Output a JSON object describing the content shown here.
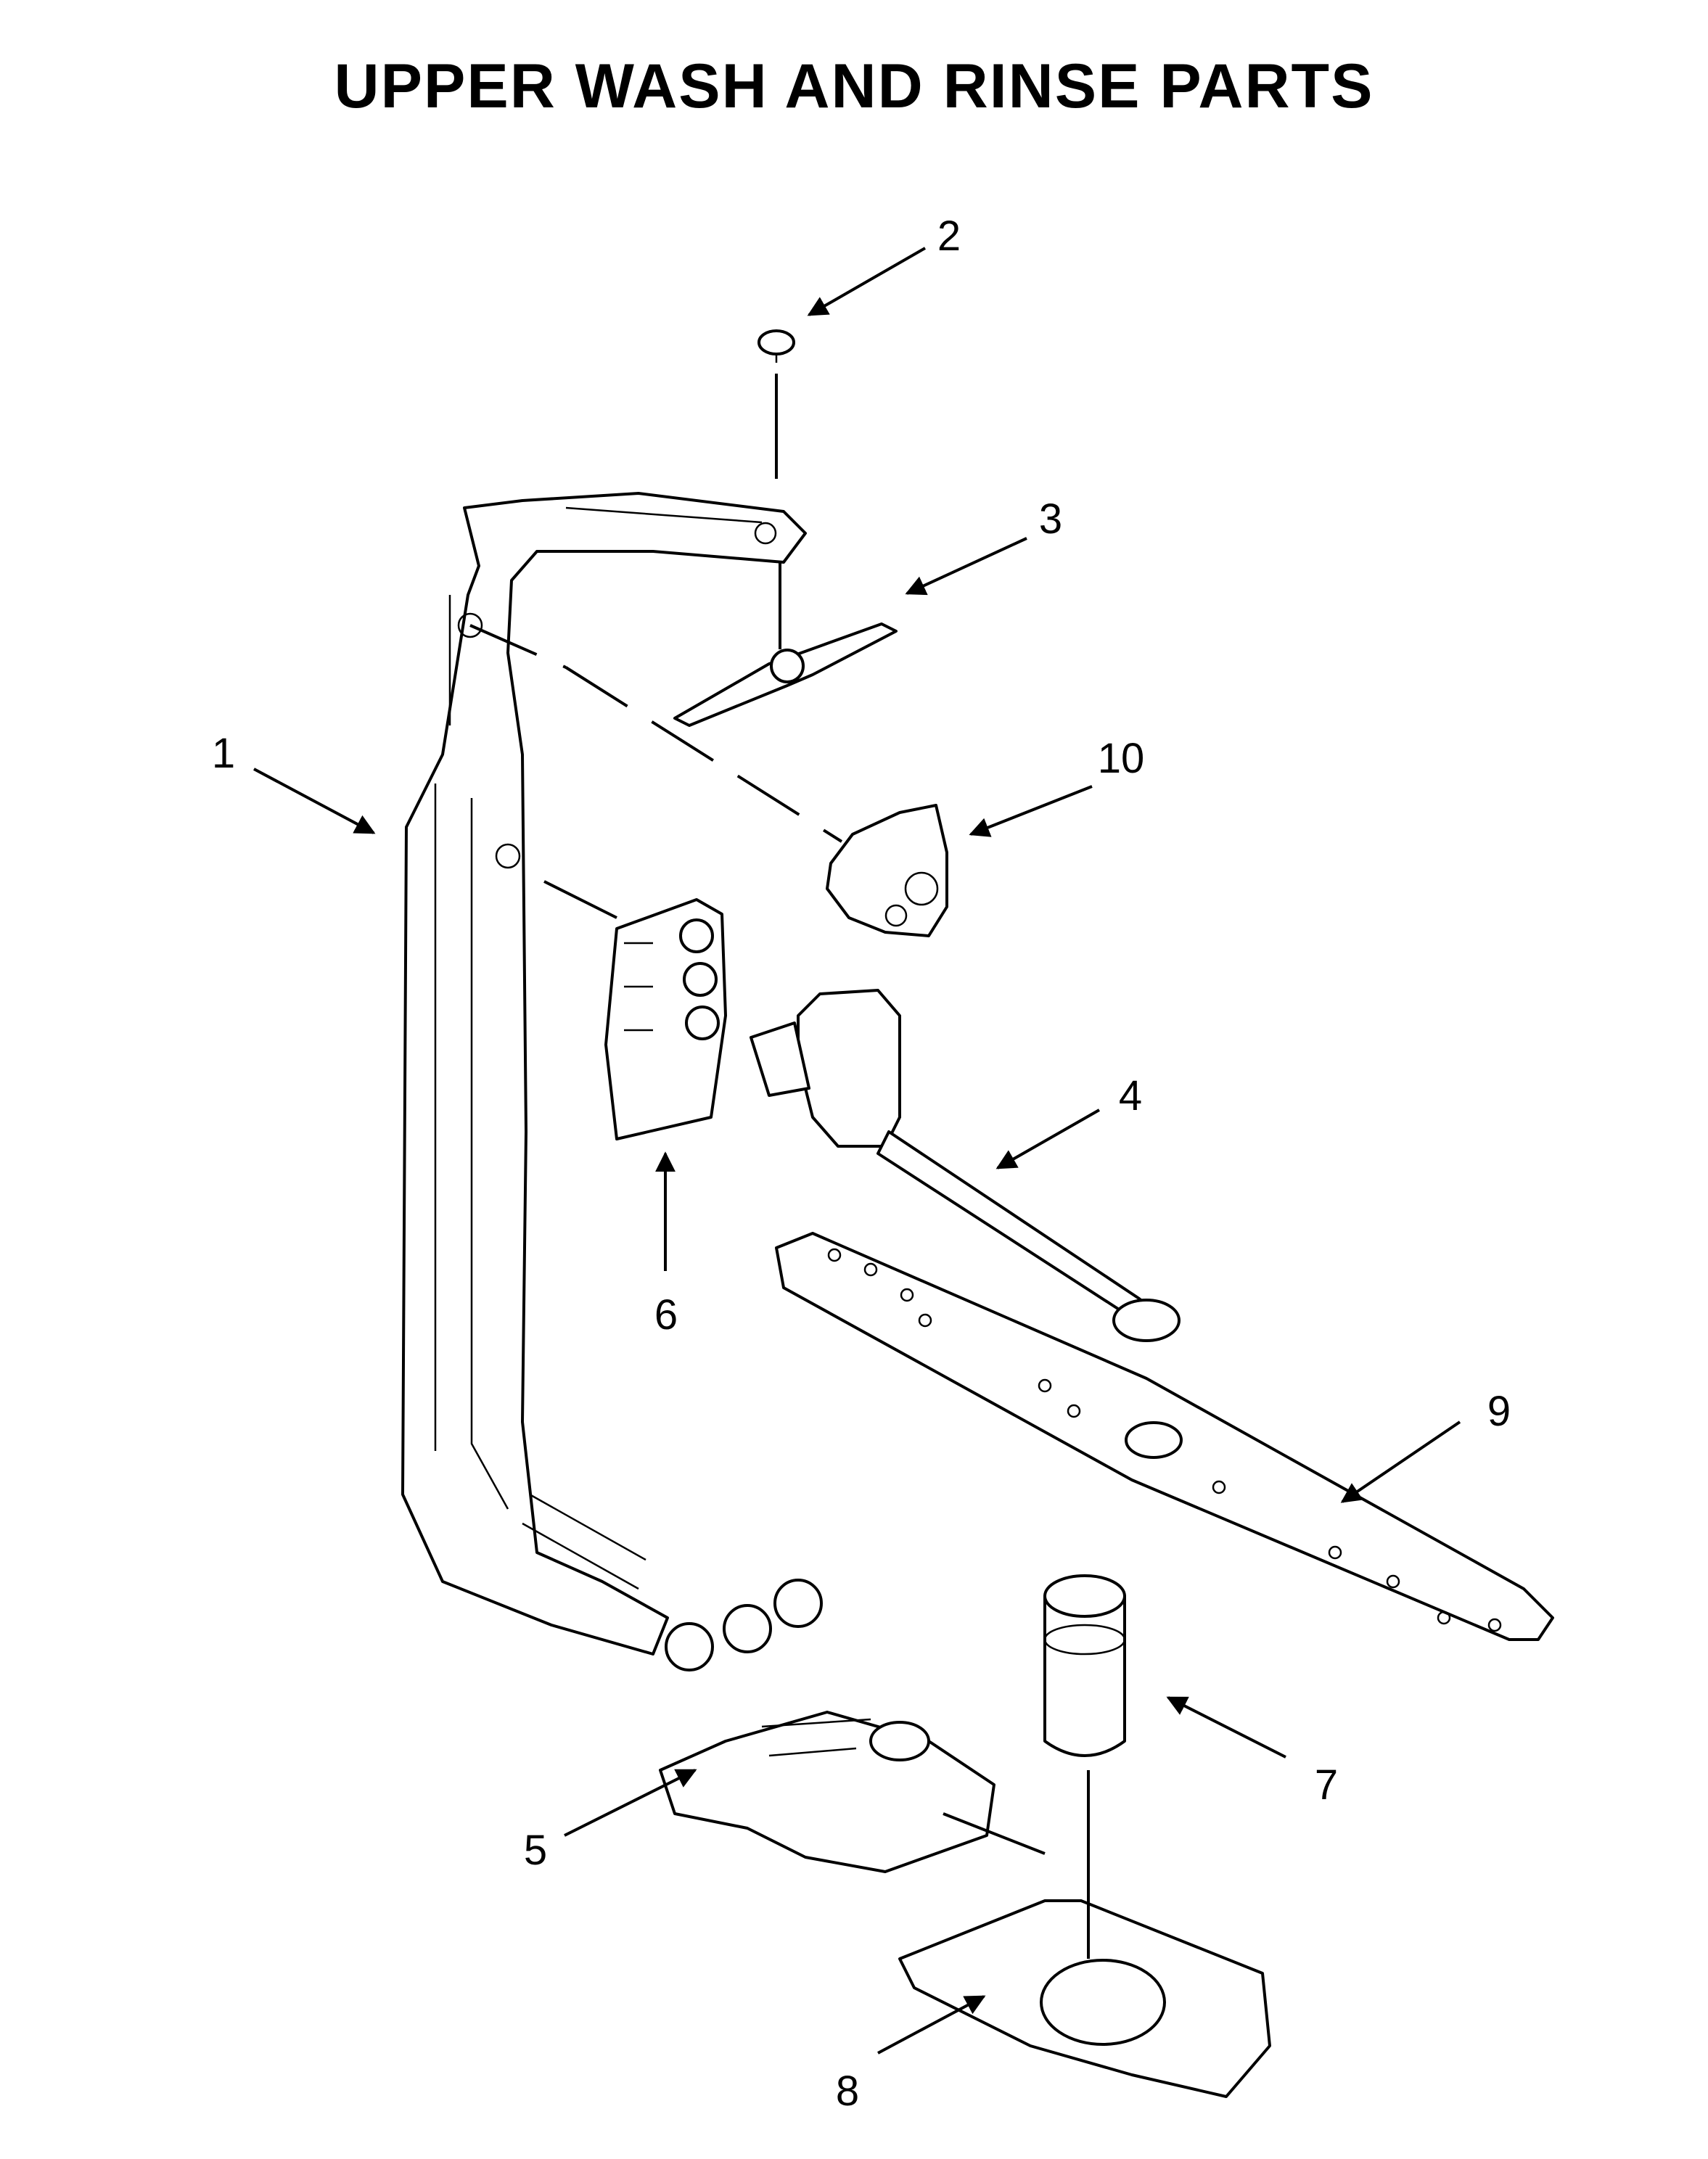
{
  "title": "UPPER WASH AND RINSE PARTS",
  "callouts": [
    "1",
    "2",
    "3",
    "4",
    "5",
    "6",
    "7",
    "8",
    "9",
    "10"
  ],
  "colors": {
    "line": "#000000",
    "background": "#ffffff"
  }
}
